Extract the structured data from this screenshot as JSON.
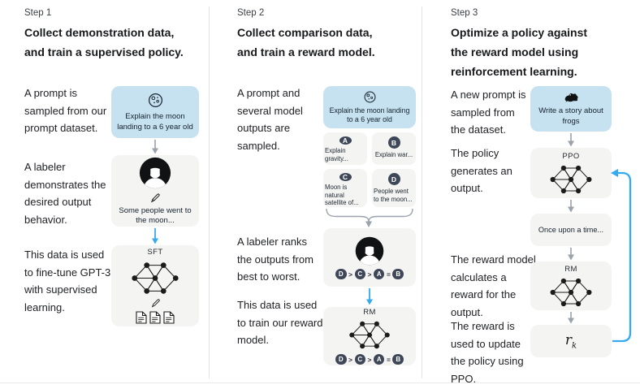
{
  "figure": "rlhf-three-step-diagram",
  "colors": {
    "prompt_box_blue": "#c6e1f0",
    "panel_gray": "#f4f4f2",
    "chip_dark": "#3e4758",
    "arrow_gray": "#9aa2ad",
    "arrow_blue": "#35aaf0",
    "title_text": "#17191c"
  },
  "icons": {
    "moon": "moon-icon",
    "frog": "frog-icon",
    "labeler": "labeler-avatar-icon",
    "pencil": "pencil-icon",
    "documents": "document-icon",
    "network": "neural-network-icon",
    "arrow": "arrow-down-icon",
    "brace": "curly-brace",
    "loop": "feedback-loop-arrow"
  },
  "steps": [
    {
      "label": "Step 1",
      "title_lines": [
        "Collect demonstration data,",
        "and train a supervised policy."
      ],
      "captions": {
        "prompt": "A prompt is sampled from our prompt dataset.",
        "labeler": "A labeler demonstrates the desired output behavior.",
        "finetune": "This data is used to fine-tune GPT-3 with supervised learning."
      },
      "prompt_box": {
        "text": "Explain the moon landing to a 6 year old"
      },
      "labeler_box": {
        "text": "Some people went to the moon..."
      },
      "model_box": {
        "label": "SFT"
      }
    },
    {
      "label": "Step 2",
      "title_lines": [
        "Collect comparison data,",
        "and train a reward model."
      ],
      "captions": {
        "sampled": "A prompt and several model outputs are sampled.",
        "ranks": "A labeler ranks the outputs from best to worst.",
        "train": "This data is used to train our reward model."
      },
      "prompt_box": {
        "text": "Explain the moon landing to a 6 year old"
      },
      "outputs": [
        {
          "letter": "A",
          "text": "Explain gravity..."
        },
        {
          "letter": "B",
          "text": "Explain war..."
        },
        {
          "letter": "C",
          "text": "Moon is natural satellite of..."
        },
        {
          "letter": "D",
          "text": "People went to the moon..."
        }
      ],
      "ranking": {
        "letters": [
          "D",
          "C",
          "A",
          "B"
        ],
        "separators": [
          ">",
          ">",
          "="
        ]
      },
      "model_box": {
        "label": "RM"
      }
    },
    {
      "label": "Step 3",
      "title_lines": [
        "Optimize a policy against",
        "the reward model using",
        "reinforcement learning."
      ],
      "captions": {
        "prompt": "A new prompt is sampled from the dataset.",
        "policy": "The policy generates an output.",
        "reward": "The reward model calculates a reward for the output.",
        "update": "The reward is used to update the policy using PPO."
      },
      "prompt_box": {
        "text": "Write a story about frogs"
      },
      "ppo_box": {
        "label": "PPO"
      },
      "output_box": {
        "text": "Once upon a time..."
      },
      "rm_box": {
        "label": "RM"
      },
      "reward_box": {
        "main": "r",
        "sub": "k"
      }
    }
  ]
}
